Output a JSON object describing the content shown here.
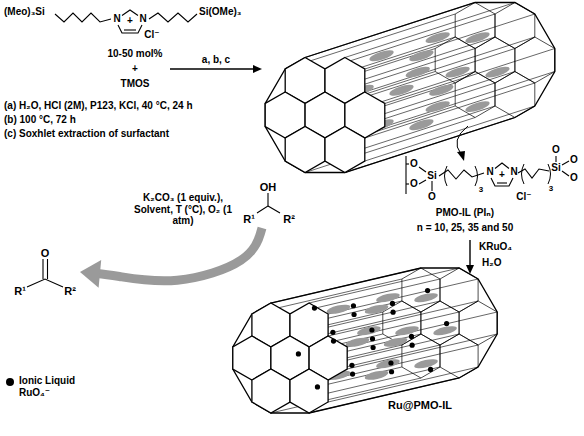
{
  "diagram": {
    "nodes": [
      {
        "text": [
          "10-50 mol%",
          "+",
          "TMOS"
        ]
      },
      {
        "text": [
          "PMO-IL (PIₙ)",
          "n = 10, 25, 35 and 50"
        ]
      },
      {
        "text": [
          "Ru@PMO-IL"
        ]
      },
      {
        "text": [
          "OH",
          "R¹",
          "R²"
        ]
      },
      {
        "text": [
          "O",
          "R¹",
          "R²"
        ]
      }
    ],
    "edges": [
      {
        "from": 0,
        "to": 1,
        "arrow": "to",
        "label": "a, b, c"
      },
      {
        "from": 1,
        "to": 2,
        "arrow": "to",
        "label": "KRuO₄"
      },
      {
        "from": 3,
        "to": 4,
        "arrow": "to",
        "label": "K₂CO₃ (1 equiv.), Solvent, T (°C), O₂ (1 atm)"
      }
    ],
    "labels": [
      "(Meo)₃Si",
      "N",
      "+",
      "N",
      "Cl⁻",
      "Si(OMe)₃",
      "(a) H₂O, HCl (2M), P123, KCl, 40 °C, 24 h",
      "(b) 100 °C, 72 h",
      "(c) Soxhlet extraction of surfactant",
      "O",
      "O",
      "O",
      "Si",
      "3",
      "N",
      "+",
      "N",
      "Cl⁻",
      "3",
      "Si",
      "O",
      "O",
      "O",
      "H₂O"
    ],
    "legend": [
      {
        "text": "Ionic Liquid RuO₄⁻",
        "color": "#000000"
      }
    ]
  }
}
